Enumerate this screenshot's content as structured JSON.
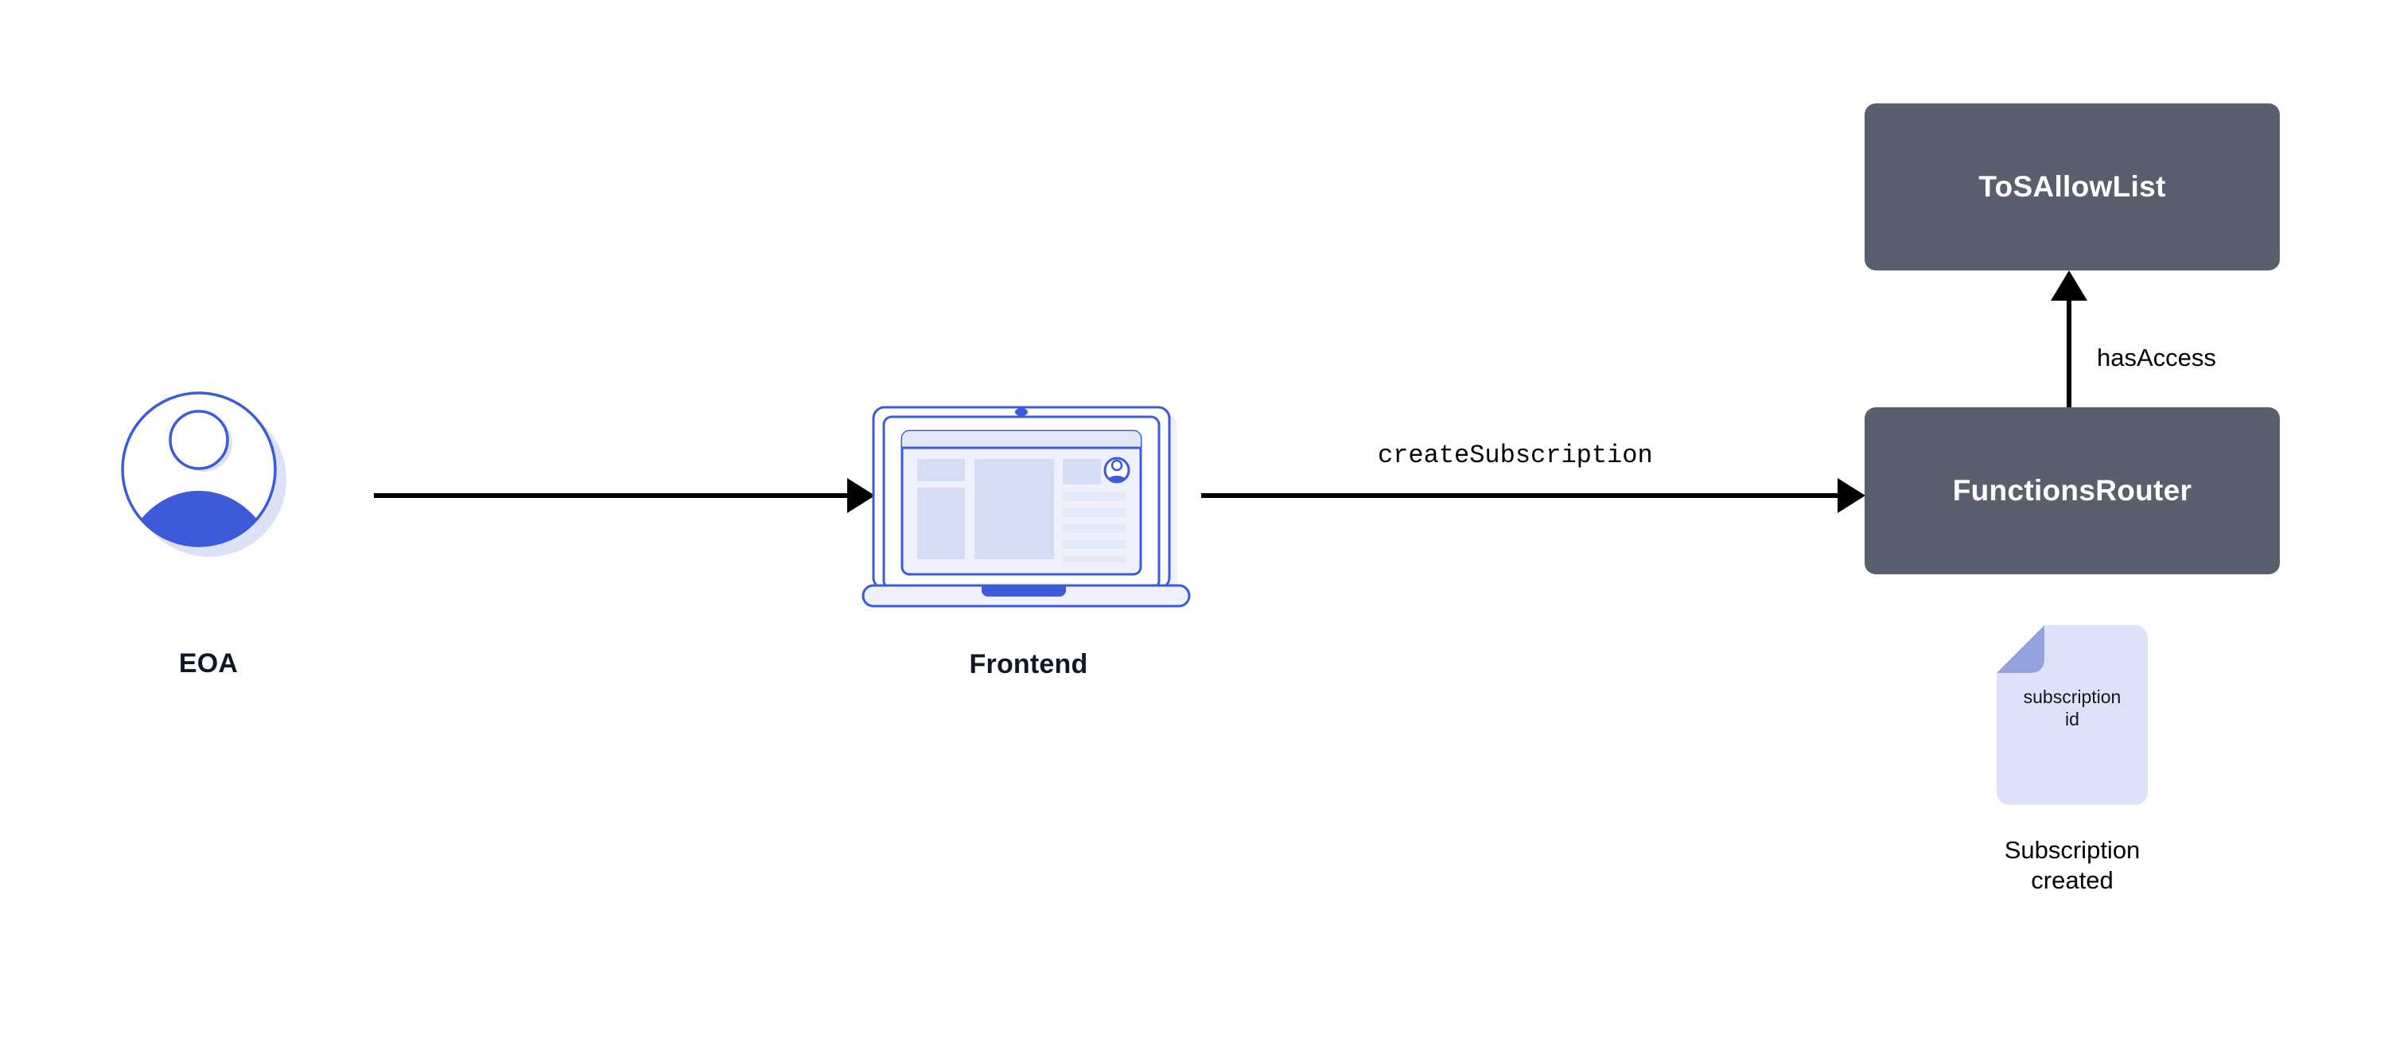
{
  "diagram": {
    "title": "Chainlink Functions subscription creation flow",
    "background_color": "#ffffff",
    "colors": {
      "box_fill": "#5a5f6e",
      "box_text": "#ffffff",
      "actor_blue": "#3b5bdb",
      "actor_shadow": "#dbe2f7",
      "doc_fill": "#dce2f8",
      "doc_fold": "#94a3e0",
      "arrow": "#000000",
      "label_dark": "#101828"
    }
  },
  "nodes": {
    "eoa": {
      "label": "EOA",
      "icon": "user-avatar-icon"
    },
    "frontend": {
      "label": "Frontend",
      "icon": "laptop-icon"
    },
    "tos_allowlist": {
      "label": "ToSAllowList"
    },
    "functions_router": {
      "label": "FunctionsRouter"
    }
  },
  "artifacts": {
    "subscription_doc": {
      "icon": "document-icon",
      "inner_line_1": "subscription",
      "inner_line_2": "id",
      "caption_line_1": "Subscription",
      "caption_line_2": "created"
    }
  },
  "edges": {
    "eoa_to_frontend": {
      "label": ""
    },
    "frontend_to_router": {
      "label": "createSubscription"
    },
    "router_to_tos": {
      "label": "hasAccess"
    }
  }
}
